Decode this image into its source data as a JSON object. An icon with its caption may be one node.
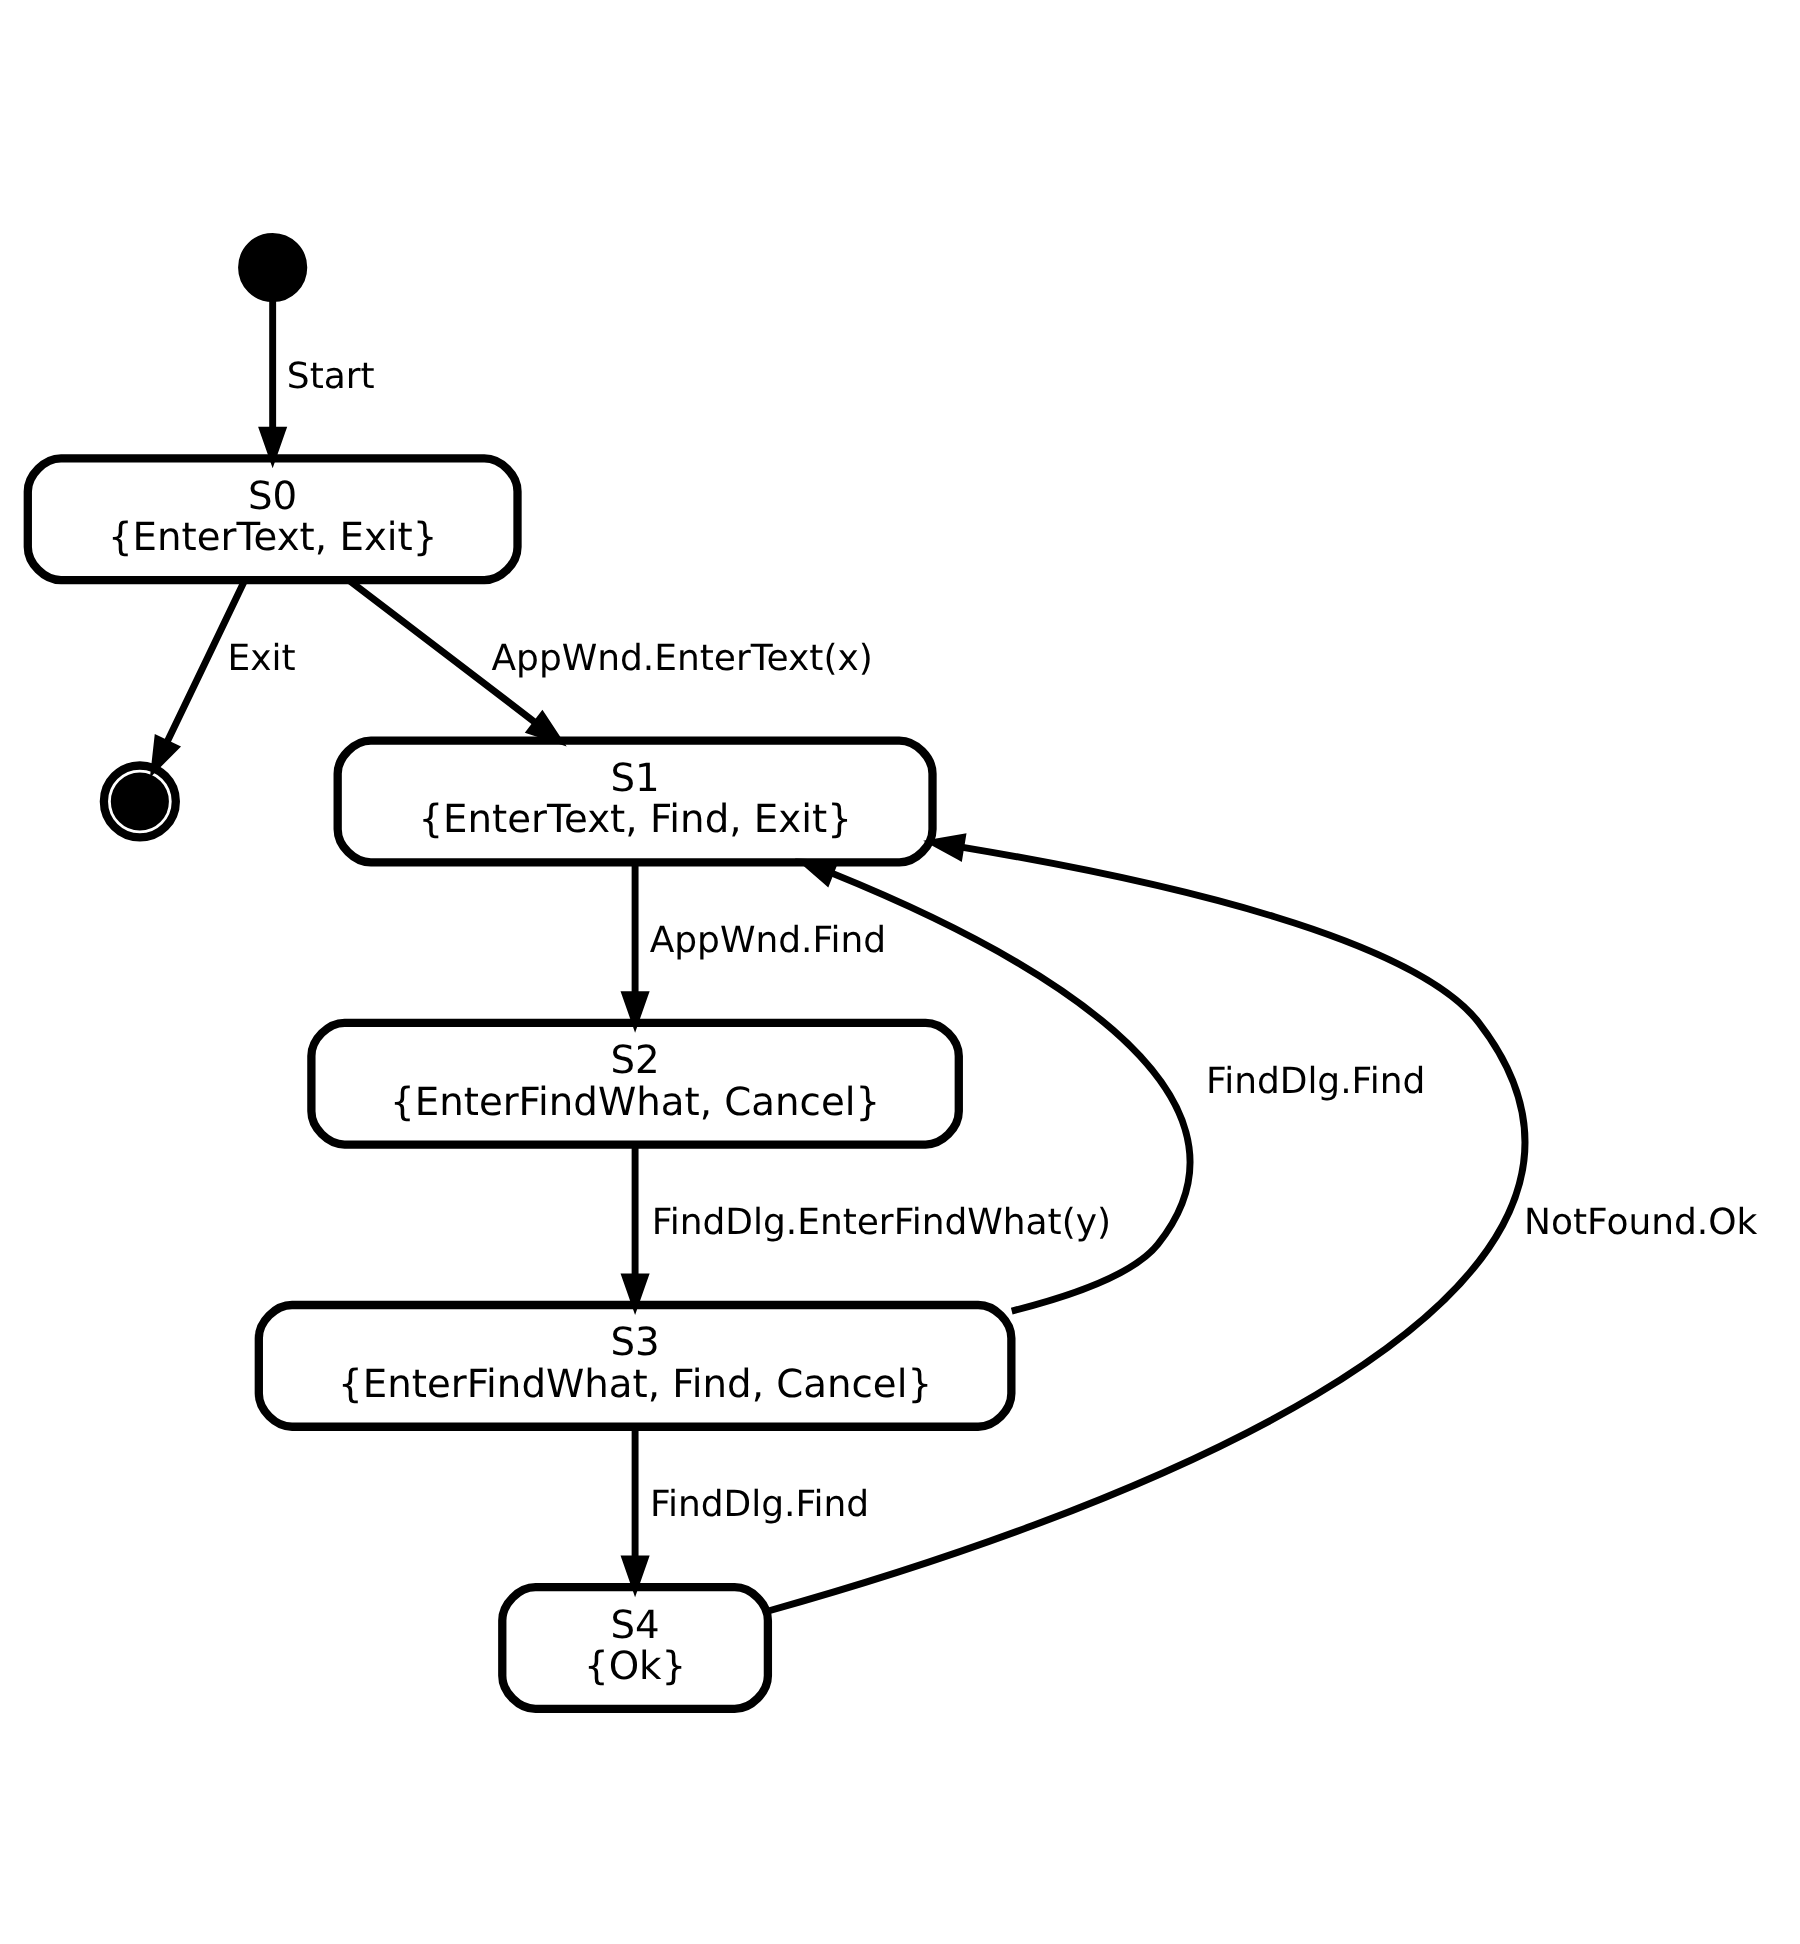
{
  "diagram": {
    "nodes": [
      {
        "text": [],
        "shape": "circle"
      },
      {
        "text": [
          "S0",
          "{EnterText, Exit}"
        ]
      },
      {
        "text": [],
        "shape": "bullseye"
      },
      {
        "text": [
          "S1",
          "{EnterText, Find, Exit}"
        ]
      },
      {
        "text": [
          "S2",
          "{EnterFindWhat, Cancel}"
        ]
      },
      {
        "text": [
          "S3",
          "{EnterFindWhat, Find, Cancel}"
        ]
      },
      {
        "text": [
          "S4",
          "{Ok}"
        ]
      }
    ],
    "edges": [
      {
        "from": 0,
        "to": 1,
        "arrow": "to",
        "label": "Start"
      },
      {
        "from": 1,
        "to": 2,
        "arrow": "to",
        "label": "Exit"
      },
      {
        "from": 1,
        "to": 3,
        "arrow": "to",
        "label": "AppWnd.EnterText(x)"
      },
      {
        "from": 3,
        "to": 4,
        "arrow": "to",
        "label": "AppWnd.Find"
      },
      {
        "from": 4,
        "to": 5,
        "arrow": "to",
        "label": "FindDlg.EnterFindWhat(y)"
      },
      {
        "from": 5,
        "to": 3,
        "arrow": "to",
        "label": "FindDlg.Find"
      },
      {
        "from": 5,
        "to": 6,
        "arrow": "to",
        "label": "FindDlg.Find"
      },
      {
        "from": 6,
        "to": 3,
        "arrow": "to",
        "label": "NotFound.Ok"
      }
    ]
  }
}
